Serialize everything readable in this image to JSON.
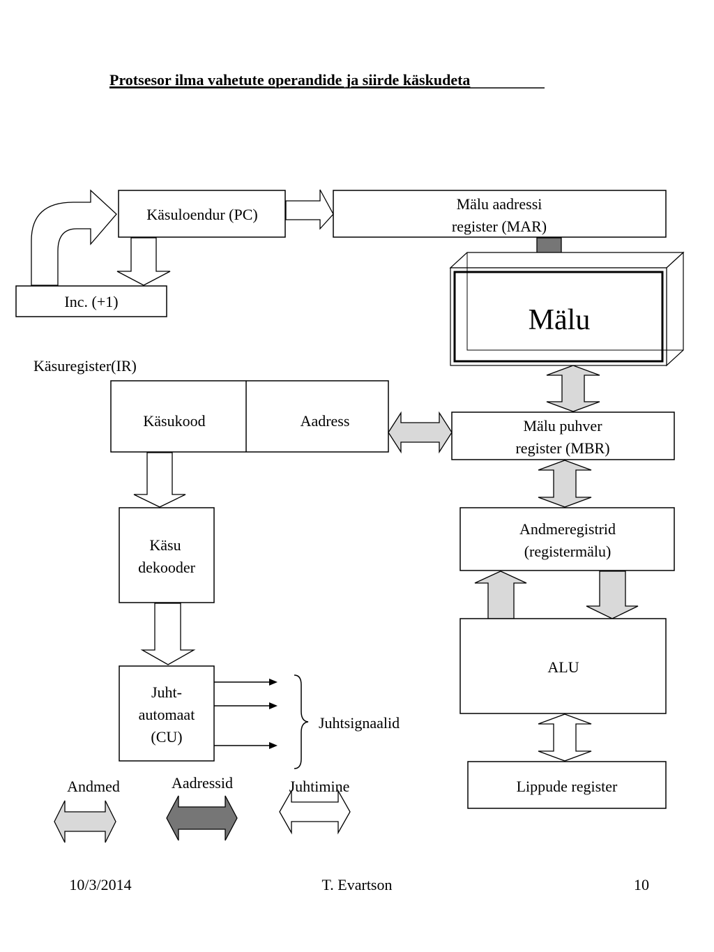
{
  "title": "Protsesor ilma vahetute operandide ja siirde käskudeta",
  "blocks": {
    "pc": "Käsuloendur (PC)",
    "inc": "Inc. (+1)",
    "mar_line1": "Mälu aadressi",
    "mar_line2": "register (MAR)",
    "memory": "Mälu",
    "ir_label": "Käsuregister(IR)",
    "opcode": "Käsukood",
    "address": "Aadress",
    "mbr_line1": "Mälu puhver",
    "mbr_line2": "register (MBR)",
    "decoder_line1": "Käsu",
    "decoder_line2": "dekooder",
    "data_regs_line1": "Andmeregistrid",
    "data_regs_line2": "(registermälu)",
    "cu_line1": "Juht-",
    "cu_line2": "automaat",
    "cu_line3": "(CU)",
    "alu": "ALU",
    "flags": "Lippude register",
    "control_signals": "Juhtsignaalid"
  },
  "legend": {
    "data": "Andmed",
    "address": "Aadressid",
    "control": "Juhtimine"
  },
  "footer": {
    "date": "10/3/2014",
    "author": "T. Evartson",
    "page": "10"
  },
  "colors": {
    "data_arrow": "#d9d9d9",
    "address_arrow": "#767676",
    "control_arrow": "#ffffff"
  }
}
